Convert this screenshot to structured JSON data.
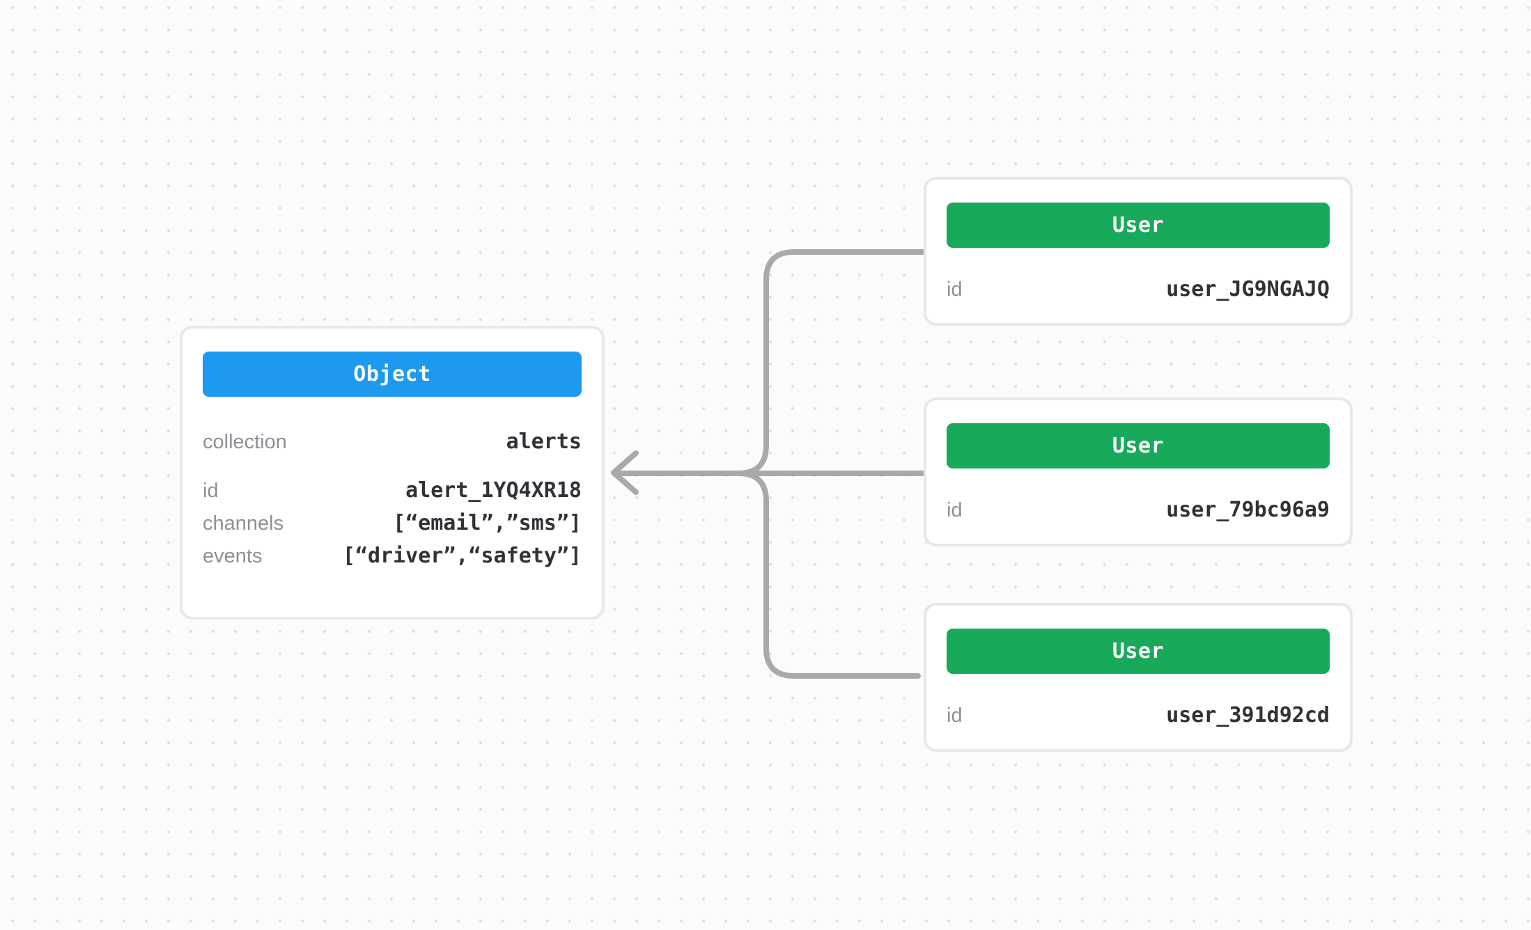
{
  "object_card": {
    "header_label": "Object",
    "header_color": "#1d9af0",
    "rows": [
      {
        "label": "collection",
        "value": "alerts"
      },
      {
        "label": "id",
        "value": "alert_1YQ4XR18"
      },
      {
        "label": "channels",
        "value": "[“email”,”sms”]"
      },
      {
        "label": "events",
        "value": "[“driver”,“safety”]"
      }
    ]
  },
  "user_cards": [
    {
      "header_label": "User",
      "header_color": "#18a95a",
      "rows": [
        {
          "label": "id",
          "value": "user_JG9NGAJQ"
        }
      ]
    },
    {
      "header_label": "User",
      "header_color": "#18a95a",
      "rows": [
        {
          "label": "id",
          "value": "user_79bc96a9"
        }
      ]
    },
    {
      "header_label": "User",
      "header_color": "#18a95a",
      "rows": [
        {
          "label": "id",
          "value": "user_391d92cd"
        }
      ]
    }
  ],
  "connector": {
    "color": "#a9a9a9"
  },
  "background": {
    "color": "#fbfbfb",
    "dot_color": "#dfdfdf"
  }
}
